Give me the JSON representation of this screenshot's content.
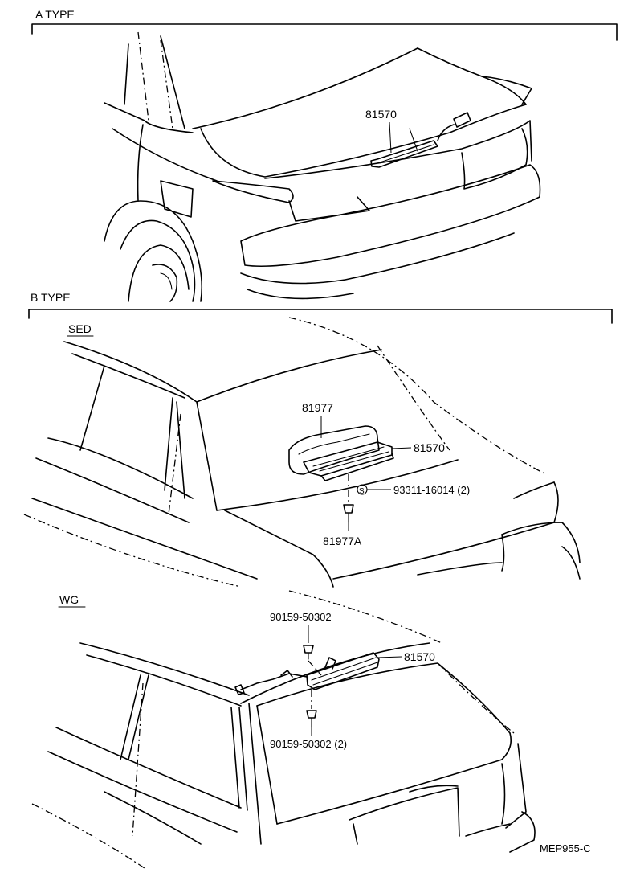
{
  "sections": {
    "a_type": "A TYPE",
    "b_type": "B TYPE",
    "sed": "SED",
    "wg": "WG"
  },
  "parts": {
    "a_lamp": "81570",
    "sed_cover": "81977",
    "sed_lamp": "81570",
    "sed_screw": "93311-16014 (2)",
    "sed_clip": "81977A",
    "wg_bolt_top": "90159-50302",
    "wg_lamp": "81570",
    "wg_bolt_bottom": "90159-50302 (2)"
  },
  "symbols": {
    "screw_mark": "S"
  },
  "footer": {
    "code": "MEP955-C"
  }
}
